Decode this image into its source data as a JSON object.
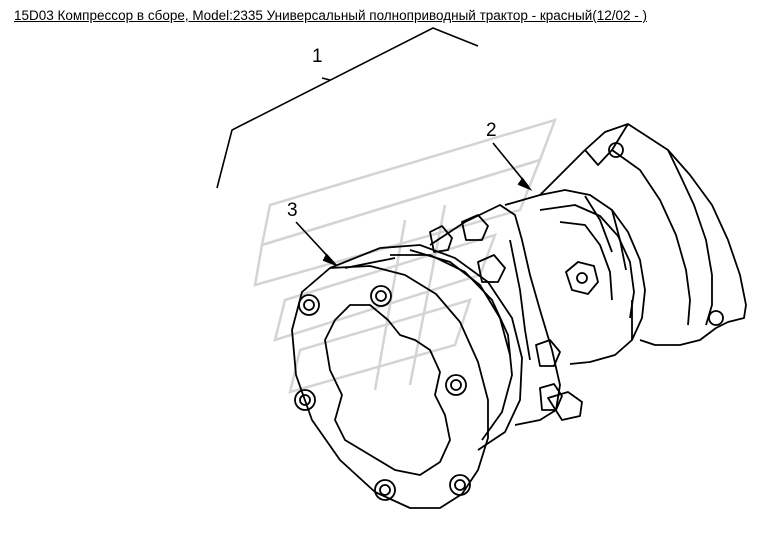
{
  "title": "15D03 Компрессор в сборе, Model:2335 Универсальный полноприводный трактор - красный(12/02 - )",
  "callouts": {
    "one": "1",
    "two": "2",
    "three": "3"
  }
}
